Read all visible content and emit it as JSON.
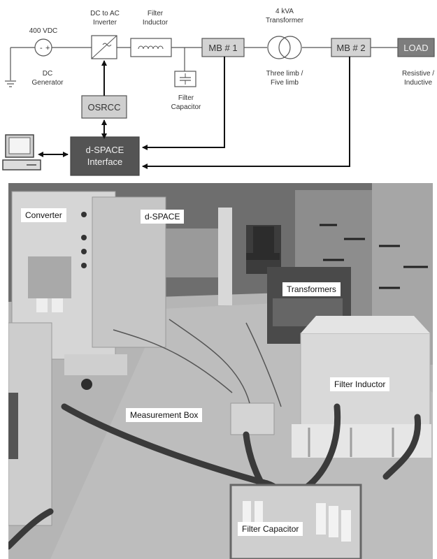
{
  "diagram": {
    "source_voltage": "400 VDC",
    "dc_generator": [
      "DC",
      "Generator"
    ],
    "inverter": [
      "DC to AC",
      "Inverter"
    ],
    "filter_inductor": [
      "Filter",
      "Inductor"
    ],
    "filter_capacitor": [
      "Filter",
      "Capacitor"
    ],
    "mb1": "MB # 1",
    "transformer": [
      "4 kVA",
      "Transformer"
    ],
    "transformer_type": [
      "Three limb /",
      "Five limb"
    ],
    "mb2": "MB # 2",
    "load": "LOAD",
    "load_type": [
      "Resistive /",
      "Inductive"
    ],
    "osrcc": "OSRCC",
    "dspace": [
      "d-SPACE",
      "Interface"
    ]
  },
  "photo": {
    "labels": {
      "converter": "Converter",
      "dspace": "d-SPACE",
      "transformers": "Transformers",
      "filter_inductor": "Filter Inductor",
      "measurement_box": "Measurement Box",
      "filter_capacitor": "Filter Capacitor"
    }
  }
}
